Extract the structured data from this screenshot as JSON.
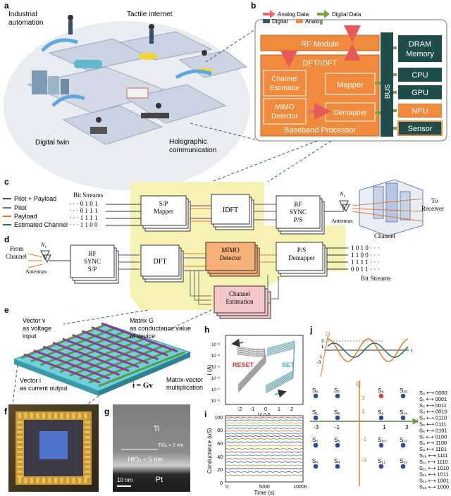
{
  "panel_letters": {
    "a": "a",
    "b": "b",
    "c": "c",
    "d": "d",
    "e": "e",
    "f": "f",
    "g": "g",
    "h": "h",
    "i": "i",
    "j": "j"
  },
  "panel_a": {
    "industrial": [
      "Industrial",
      "automation"
    ],
    "tactile": "Tactile internet",
    "digital_twin": "Digital twin",
    "holographic": [
      "Holographic",
      "communication"
    ]
  },
  "panel_b": {
    "legend": {
      "analog_data": "Analog Data",
      "digital_data": "Digital Data",
      "digital": "Digital",
      "analog": "Analog"
    },
    "rf_module": "RF Module",
    "dft": "DFT/IDFT",
    "channel_estimator": [
      "Channel",
      "Estimator"
    ],
    "mapper": "Mapper",
    "mimo_detector": [
      "MIMO",
      "Detector"
    ],
    "demapper": "Demapper",
    "baseband": "Baseband Processor",
    "bus": "BUS",
    "dram": [
      "DRAM",
      "Memory"
    ],
    "cpu": "CPU",
    "gpu": "GPU",
    "npu": "NPU",
    "sensor": "Sensor"
  },
  "panel_c": {
    "legend": [
      "Pilot + Payload",
      "Pilot",
      "Payload",
      "Estimated Channel"
    ],
    "legend_colors": [
      "#5b3f96",
      "#6e6e6e",
      "#e07b2b",
      "#2d6b55"
    ],
    "bit_streams_label": "Bit Streams",
    "bits": [
      "· · · 0 1 0 1",
      "· · · 0 1 1 1",
      "· · · 1 1 1 1",
      "· · · 1 1 0 0"
    ],
    "sp_mapper": [
      "S/P",
      "Mapper"
    ],
    "idft": "IDFT",
    "rf_sync_ps": [
      "RF",
      "SYNC",
      "P/S"
    ],
    "antennas": "Antennas",
    "channel": "Channel",
    "to_receiver": [
      "To",
      "Receiver"
    ],
    "nt": "N",
    "nt_sub": "t",
    "one": "1"
  },
  "panel_d": {
    "from_channel": [
      "From",
      "Channel"
    ],
    "antennas": "Antennas",
    "rf_sync_sp": [
      "RF",
      "SYNC",
      "S/P"
    ],
    "dft": "DFT",
    "mimo": [
      "MIMO",
      "Detector"
    ],
    "ps_demapper": [
      "P/S",
      "Demapper"
    ],
    "channel_est": [
      "Channel",
      "Estimation"
    ],
    "bits": [
      "1 0 1 0 · · ·",
      "1 1 0 0 · · ·",
      "1 1 1 1 · · ·",
      "0 0 1 1 · · ·"
    ],
    "bit_streams_label": "Bit Streams",
    "nr": "N",
    "nr_sub": "r"
  },
  "panel_e": {
    "vector_v": [
      "Vector v",
      "as voltage",
      "input"
    ],
    "matrix_g": [
      "Matrix G",
      "as conductance value",
      "of device"
    ],
    "vector_i": [
      "Vector i",
      "as current output"
    ],
    "equation": "i = Gv",
    "mvm": [
      "Matrix-vector",
      "multiplication"
    ]
  },
  "panel_g": {
    "ti": "Ti",
    "tiox": "TiOₓ ≈ 2 nm",
    "hfo2": "HfO₂ ≈ 5 nm",
    "pt": "Pt",
    "scale": "10 nm"
  },
  "panel_h": {
    "ylabel": "I (A)",
    "xlabel": "V (V)",
    "reset": "RESET",
    "set": "SET",
    "yticks": [
      "10⁻³",
      "10⁻⁴",
      "10⁻⁵",
      "10⁻⁶",
      "10⁻⁷",
      "10⁻⁸"
    ],
    "xticks": [
      "-2",
      "-1",
      "0",
      "1",
      "2"
    ]
  },
  "panel_i": {
    "ylabel": "Conductance (uS)",
    "xlabel": "Time (s)",
    "yticks": [
      "100",
      "80",
      "60",
      "40",
      "20",
      "0"
    ],
    "xticks": [
      "0",
      "5000",
      "10000"
    ],
    "levels": [
      97,
      93,
      89,
      85,
      81,
      77,
      73,
      69,
      65,
      60,
      55,
      50,
      45,
      40,
      35,
      30,
      25,
      20,
      15,
      10
    ],
    "colors": [
      "#e5533b",
      "#5b7fc7",
      "#d9b53c",
      "#4aa36c",
      "#9a5bc7",
      "#e08b3b",
      "#2b9fb3",
      "#c43d6b",
      "#7ea83b",
      "#3b5fa8",
      "#e5a23b",
      "#6b8f3b",
      "#b34a9a",
      "#3ba88f",
      "#d9653b",
      "#4a6bc7",
      "#a8a83b",
      "#7a3bb3",
      "#3b8fd9",
      "#c7783b"
    ]
  },
  "panel_j": {
    "q": "Q",
    "i": "I",
    "t": "t",
    "wave_labels": [
      "3",
      "1",
      "-1",
      "-3"
    ],
    "axis_ticks": [
      "-3",
      "-1",
      "1",
      "3"
    ],
    "qam_labels": [
      "3",
      "1",
      "-1",
      "-3"
    ],
    "symbols": [
      [
        "S₀",
        "S₇",
        "S₈",
        "S₁₅"
      ],
      [
        "S₁",
        "S₆",
        "S₉",
        "S₁₄"
      ],
      [
        "S₂",
        "S₅",
        "S₁₀",
        "S₁₃"
      ],
      [
        "S₃",
        "S₄",
        "S₁₁",
        "S₁₂"
      ]
    ],
    "mapping": [
      "S₀ ⟷ 0000",
      "S₁ ⟷ 0001",
      "S₂ ⟷ 0011",
      "S₃ ⟷ 0010",
      "S₄ ⟷ 0110",
      "S₅ ⟷ 0111",
      "S₆ ⟷ 0101",
      "S₇ ⟷ 0100",
      "S₈ ⟷ 1100",
      "S₉ ⟷ 1101",
      "S₁₀ ⟷ 1111",
      "S₁₁ ⟷ 1110",
      "S₁₂ ⟷ 1010",
      "S₁₃ ⟷ 1011",
      "S₁₄ ⟷ 1001",
      "S₁₅ ⟷ 1000"
    ]
  },
  "colors": {
    "orange": "#f08a3c",
    "teal": "#2e5e5c",
    "yellow": "#f6f2b3",
    "pink": "#f4c7c8",
    "lightorange": "#f7b27a",
    "bus": "#1f4d4b",
    "qam_red": "#e0393b",
    "qam_blue": "#2f49a6",
    "greenline": "#4d8a3f"
  }
}
